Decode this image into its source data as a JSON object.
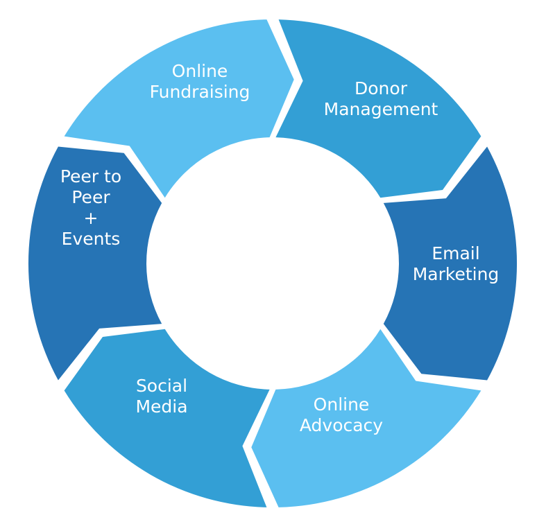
{
  "diagram": {
    "segments": [
      {
        "id": "online-fundraising",
        "lines": [
          "Online",
          "Fundraising"
        ],
        "color": "#5bbff0"
      },
      {
        "id": "donor-management",
        "lines": [
          "Donor",
          "Management"
        ],
        "color": "#339fd5"
      },
      {
        "id": "email-marketing",
        "lines": [
          "Email",
          "Marketing"
        ],
        "color": "#2674b5"
      },
      {
        "id": "online-advocacy",
        "lines": [
          "Online",
          "Advocacy"
        ],
        "color": "#5bbff0"
      },
      {
        "id": "social-media",
        "lines": [
          "Social",
          "Media"
        ],
        "color": "#339fd5"
      },
      {
        "id": "peer-to-peer-events",
        "lines": [
          "Peer to",
          "Peer",
          "+",
          "Events"
        ],
        "color": "#2674b5"
      }
    ]
  }
}
